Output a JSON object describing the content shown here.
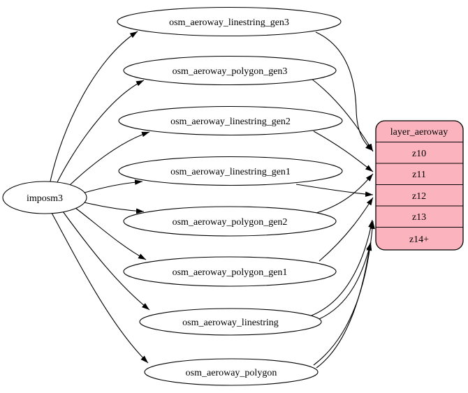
{
  "diagram": {
    "source_node": {
      "label": "imposm3"
    },
    "table_nodes": [
      {
        "label": "osm_aeroway_linestring_gen3"
      },
      {
        "label": "osm_aeroway_polygon_gen3"
      },
      {
        "label": "osm_aeroway_linestring_gen2"
      },
      {
        "label": "osm_aeroway_linestring_gen1"
      },
      {
        "label": "osm_aeroway_polygon_gen2"
      },
      {
        "label": "osm_aeroway_polygon_gen1"
      },
      {
        "label": "osm_aeroway_linestring"
      },
      {
        "label": "osm_aeroway_polygon"
      }
    ],
    "layer_node": {
      "title": "layer_aeroway",
      "rows": [
        {
          "label": "z10"
        },
        {
          "label": "z11"
        },
        {
          "label": "z12"
        },
        {
          "label": "z13"
        },
        {
          "label": "z14+"
        }
      ]
    },
    "colors": {
      "layer_fill": "#fbb3bd",
      "table_fill": "#ffffff",
      "stroke": "#000000"
    },
    "edges": [
      {
        "from": "imposm3",
        "to": "osm_aeroway_linestring_gen3"
      },
      {
        "from": "imposm3",
        "to": "osm_aeroway_polygon_gen3"
      },
      {
        "from": "imposm3",
        "to": "osm_aeroway_linestring_gen2"
      },
      {
        "from": "imposm3",
        "to": "osm_aeroway_linestring_gen1"
      },
      {
        "from": "imposm3",
        "to": "osm_aeroway_polygon_gen2"
      },
      {
        "from": "imposm3",
        "to": "osm_aeroway_polygon_gen1"
      },
      {
        "from": "imposm3",
        "to": "osm_aeroway_linestring"
      },
      {
        "from": "imposm3",
        "to": "osm_aeroway_polygon"
      },
      {
        "from": "osm_aeroway_linestring_gen3",
        "to": "z10"
      },
      {
        "from": "osm_aeroway_polygon_gen3",
        "to": "z10"
      },
      {
        "from": "osm_aeroway_linestring_gen2",
        "to": "z11"
      },
      {
        "from": "osm_aeroway_polygon_gen2",
        "to": "z11"
      },
      {
        "from": "osm_aeroway_linestring_gen1",
        "to": "z12"
      },
      {
        "from": "osm_aeroway_polygon_gen1",
        "to": "z12"
      },
      {
        "from": "osm_aeroway_linestring",
        "to": "z13"
      },
      {
        "from": "osm_aeroway_linestring",
        "to": "z14+"
      },
      {
        "from": "osm_aeroway_polygon",
        "to": "z13"
      },
      {
        "from": "osm_aeroway_polygon",
        "to": "z14+"
      }
    ]
  }
}
